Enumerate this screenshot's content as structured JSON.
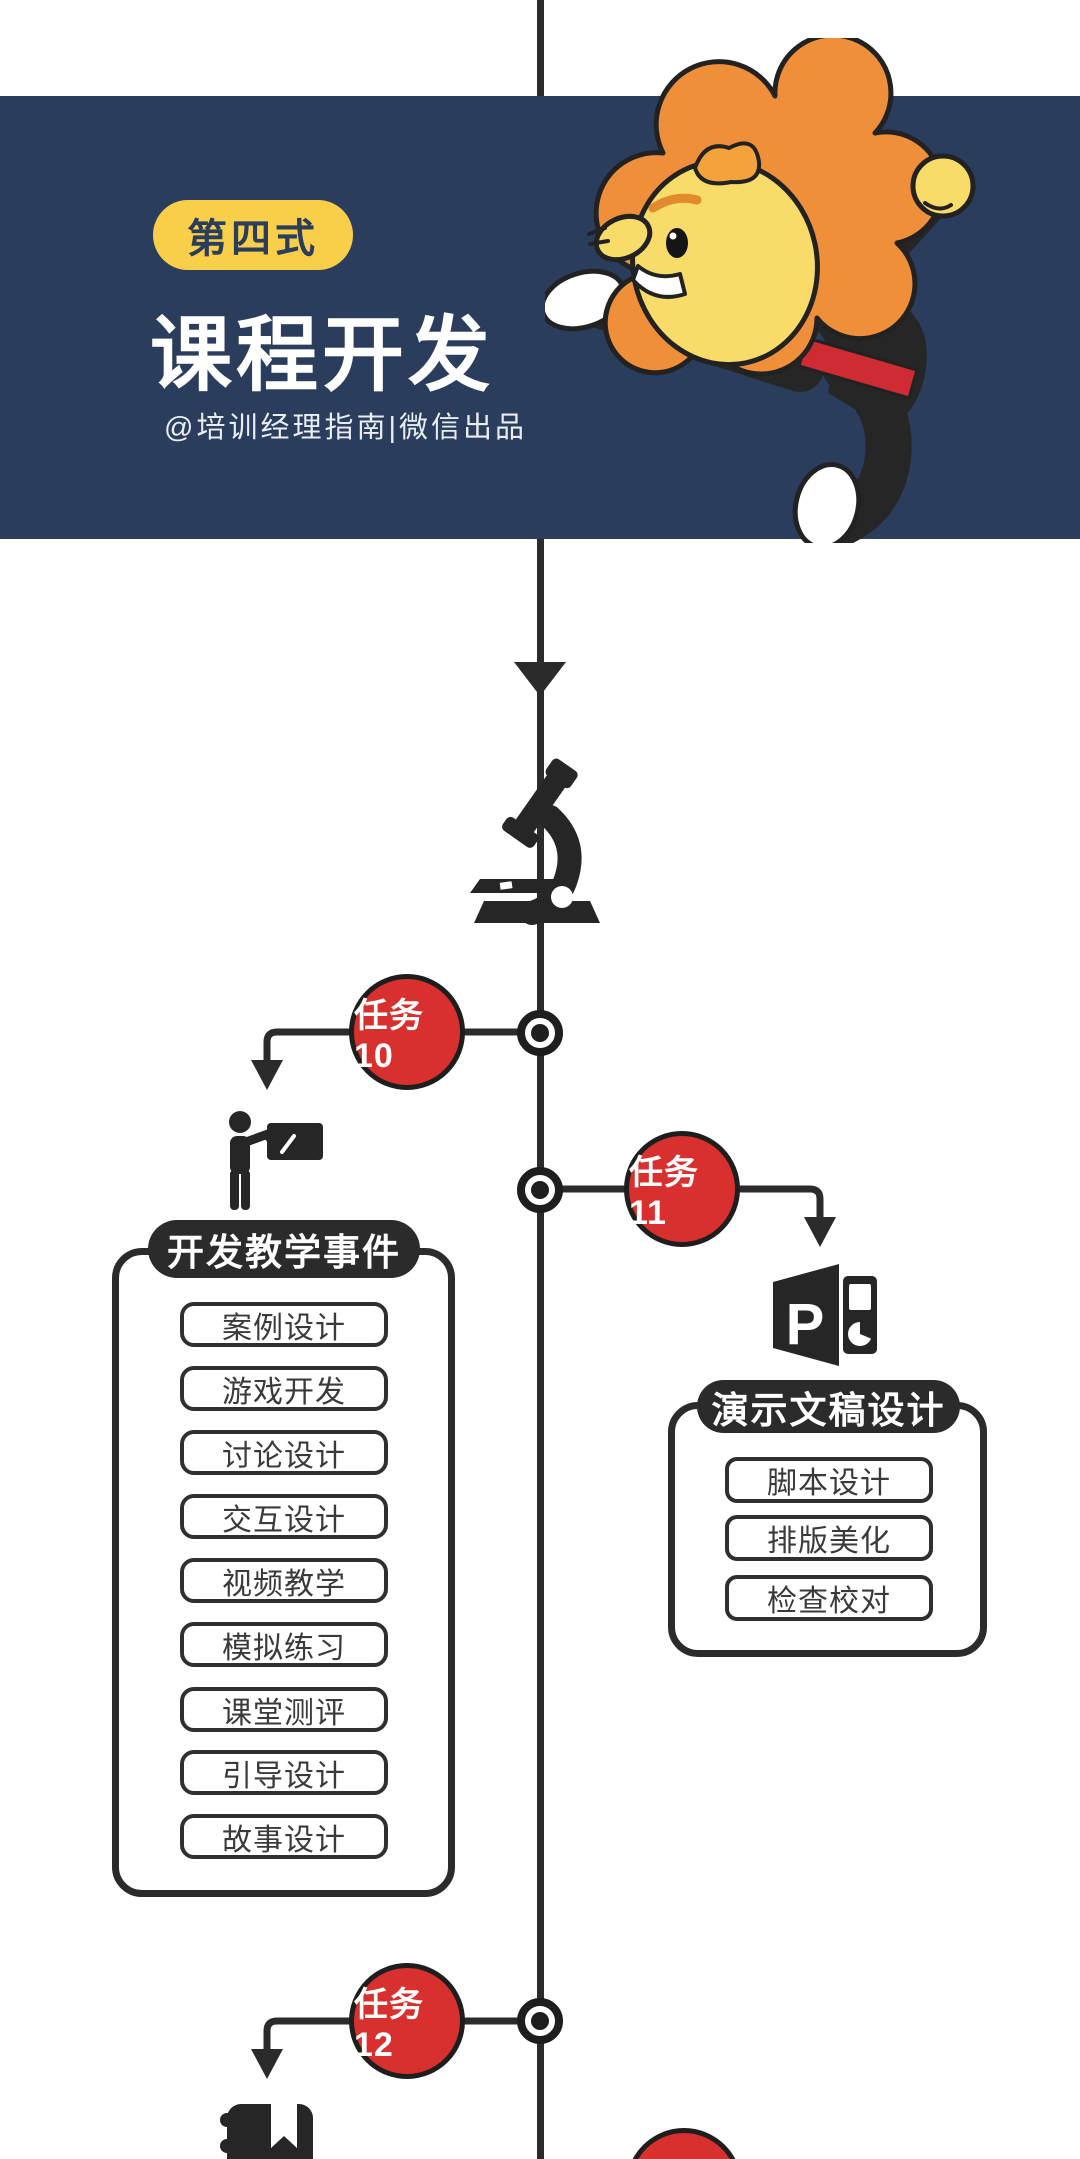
{
  "header": {
    "badge": "第四式",
    "title": "课程开发",
    "subtitle": "@培训经理指南|微信出品"
  },
  "tasks": {
    "task10": {
      "label": "任务10"
    },
    "task11": {
      "label": "任务11"
    },
    "task12": {
      "label": "任务12"
    }
  },
  "teaching_events": {
    "title": "开发教学事件",
    "items": [
      "案例设计",
      "游戏开发",
      "讨论设计",
      "交互设计",
      "视频教学",
      "模拟练习",
      "课堂测评",
      "引导设计",
      "故事设计"
    ]
  },
  "presentation": {
    "title": "演示文稿设计",
    "letter": "P",
    "items": [
      "脚本设计",
      "排版美化",
      "检查校对"
    ]
  },
  "icons": {
    "mascot": "kung-fu-lion",
    "section1": "microscope-icon",
    "task10": "teacher-blackboard-icon",
    "task11": "powerpoint-icon",
    "task12": "notebook-icon"
  },
  "colors": {
    "navy": "#2b3d5c",
    "red": "#d7302e",
    "yellow": "#f9cf4a",
    "ink": "#2b2b2b"
  }
}
